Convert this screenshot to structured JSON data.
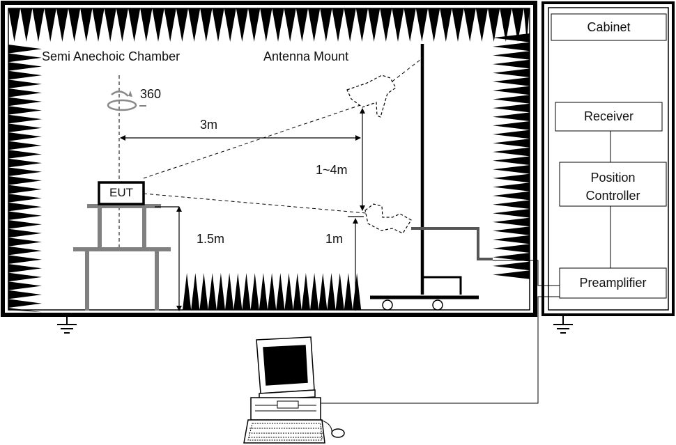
{
  "chamber": {
    "title": "Semi Anechoic Chamber",
    "antenna_mount_label": "Antenna Mount",
    "rotation_label": "360",
    "eut_label": "EUT",
    "distance_label": "3m",
    "antenna_height_range_label": "1~4m",
    "table_height_label": "1.5m",
    "antenna_base_height_label": "1m"
  },
  "cabinet": {
    "title": "Cabinet",
    "receiver_label": "Receiver",
    "position_controller_line1": "Position",
    "position_controller_line2": "Controller",
    "preamplifier_label": "Preamplifier"
  },
  "icons": {
    "computer": "desktop-computer-icon",
    "ground": "ground-symbol-icon",
    "antenna": "horn-antenna-icon",
    "rotation": "rotation-arrow-icon"
  },
  "colors": {
    "line": "#000000",
    "gray": "#808080",
    "absorber": "#000000"
  }
}
